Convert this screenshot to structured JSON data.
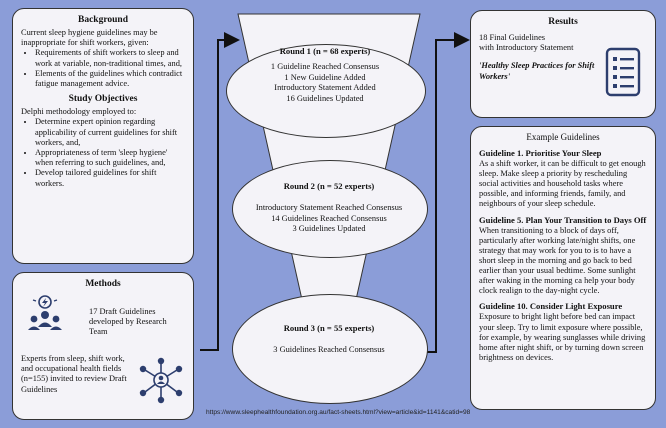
{
  "background": {
    "title": "Background",
    "intro": "Current sleep hygiene guidelines may be inappropriate for shift workers, given:",
    "bullets": [
      "Requirements of shift workers to sleep and work at variable, non-traditional times, and,",
      "Elements of the guidelines which contradict fatigue management advice."
    ],
    "objectives_title": "Study Objectives",
    "objectives_intro": "Delphi methodology employed to:",
    "objectives": [
      "Determine expert opinion regarding applicability of current guidelines for shift workers, and,",
      "Appropriateness of term 'sleep hygiene' when referring to such guidelines, and,",
      "Develop tailored guidelines for shift workers."
    ]
  },
  "methods": {
    "title": "Methods",
    "item1": "17 Draft Guidelines developed by Research Team",
    "item2": "Experts from sleep, shift work, and occupational health fields (n=155) invited to review Draft Guidelines",
    "icon1": "research-team-icon",
    "icon2": "network-icon"
  },
  "rounds": [
    {
      "title": "Round 1 (n = 68 experts)",
      "lines": [
        "1 Guideline Reached Consensus",
        "1 New Guideline Added",
        "Introductory Statement Added",
        "16 Guidelines Updated"
      ]
    },
    {
      "title": "Round 2 (n = 52 experts)",
      "lines": [
        "Introductory Statement Reached Consensus",
        "14 Guidelines Reached Consensus",
        "3 Guidelines Updated"
      ]
    },
    {
      "title": "Round 3 (n = 55 experts)",
      "lines": [
        "3 Guidelines Reached Consensus"
      ]
    }
  ],
  "results": {
    "title": "Results",
    "line1": "18 Final Guidelines",
    "line2": "with Introductory Statement",
    "quote": "'Healthy Sleep Practices for Shift Workers'",
    "icon": "checklist-icon"
  },
  "examples": {
    "title": "Example Guidelines",
    "items": [
      {
        "heading": "Guideline 1. Prioritise Your Sleep",
        "body": "As a shift worker, it can be difficult to get enough sleep. Make sleep a priority by rescheduling social activities and household tasks where possible, and informing friends, family, and neighbours of your sleep schedule."
      },
      {
        "heading": "Guideline 5. Plan Your Transition to Days Off",
        "body": "When transitioning to a block of days off, particularly after working late/night shifts, one strategy that may work for you to is to have a short sleep in the morning and go back to bed earlier than your usual bedtime. Some sunlight after waking in the morning ca help your body clock realign to the day-night cycle."
      },
      {
        "heading": "Guideline 10. Consider Light Exposure",
        "body": "Exposure to bright light before bed can impact your sleep. Try to limit exposure where possible, for example, by wearing sunglasses while driving home after night shift, or by turning down screen brightness on devices."
      }
    ]
  },
  "source": "https://www.sleephealthfoundation.org.au/fact-sheets.html?view=article&id=1141&catid=98",
  "colors": {
    "background": "#8b9dd8",
    "panel": "#f4f3f8",
    "icon": "#2d3e6e"
  }
}
